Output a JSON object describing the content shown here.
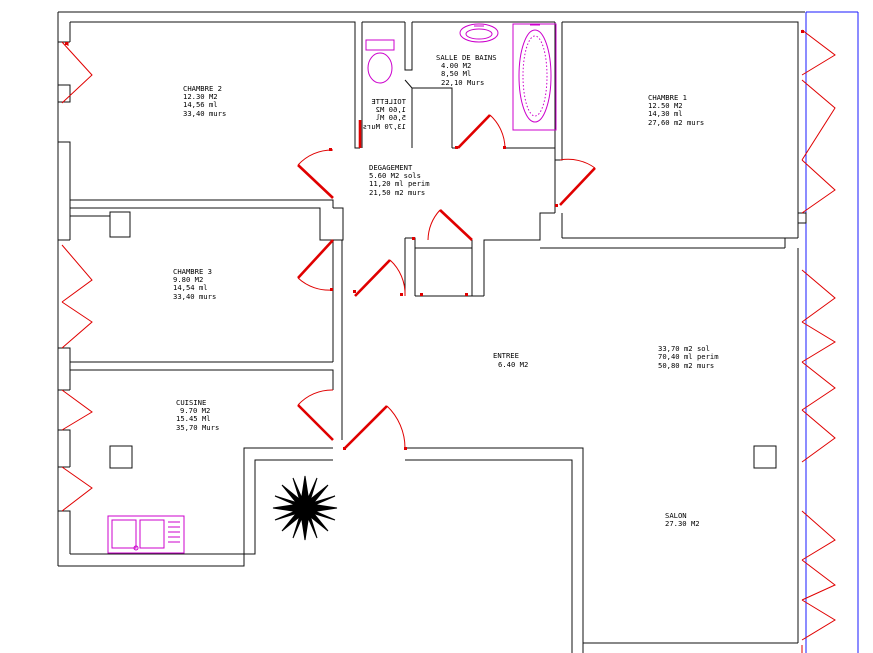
{
  "rooms": {
    "chambre2": {
      "name": "CHAMBRE 2",
      "l1": "12.30 M2",
      "l2": "14,56 ml",
      "l3": "33,40 murs"
    },
    "toilette": {
      "name": "TOILETTE",
      "l1": "1,60 M2",
      "l2": "5,60 Ml",
      "l3": "13,70 Murs"
    },
    "sdb": {
      "name": "SALLE DE BAINS",
      "l1": "4.00 M2",
      "l2": "8,50 Ml",
      "l3": "22,10 Murs"
    },
    "chambre1": {
      "name": "CHAMBRE 1",
      "l1": "12.50 M2",
      "l2": "14,30 ml",
      "l3": "27,60 m2 murs"
    },
    "degagement": {
      "name": "DEGAGEMENT",
      "l1": "5.60 M2 sols",
      "l2": "11,20 ml perim",
      "l3": "21,50 m2 murs"
    },
    "chambre3": {
      "name": "CHAMBRE 3",
      "l1": "9.80 M2",
      "l2": "14,54 ml",
      "l3": "33,40 murs"
    },
    "entree": {
      "name": "ENTREE",
      "l1": "6.40 M2"
    },
    "salon_stats": {
      "l1": "33,70 m2 sol",
      "l2": "70,40 ml perim",
      "l3": "50,80 m2 murs"
    },
    "cuisine": {
      "name": "CUISINE",
      "l1": "9.70 M2",
      "l2": "15.45 Ml",
      "l3": "35,70 Murs"
    },
    "salon": {
      "name": "SALON",
      "l1": "27.30 M2"
    }
  },
  "colors": {
    "walls": "#111111",
    "doors": "#e00000",
    "fixtures": "#cc00cc",
    "frame": "#1a1aff"
  },
  "icons": {
    "compass": "compass-rose-icon",
    "sink": "washbasin-icon",
    "bathtub": "bathtub-icon",
    "toilet": "toilet-icon",
    "kitchen_sink": "kitchen-sink-icon"
  }
}
